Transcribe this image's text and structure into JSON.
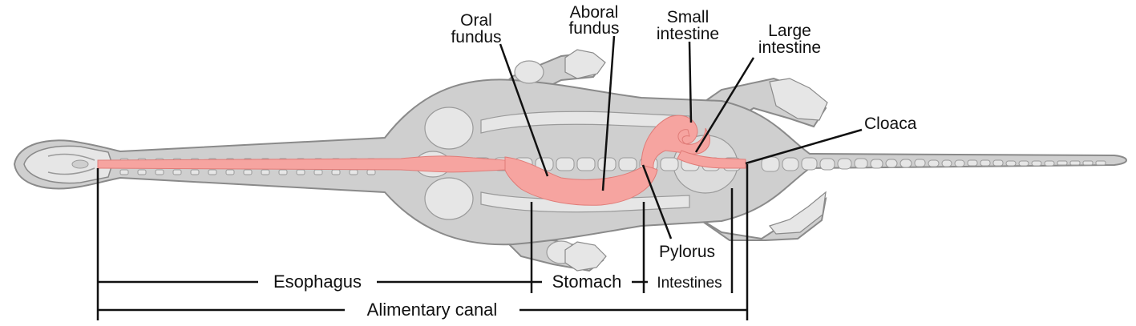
{
  "colors": {
    "body_fill": "#cfcfcf",
    "body_outline": "#8a8a8a",
    "bone_fill": "#e6e6e6",
    "bone_outline": "#9a9a9a",
    "gut_fill": "#f6a4a0",
    "line": "#111111",
    "background": "#ffffff"
  },
  "labels": {
    "oral_fundus": [
      "Oral",
      "fundus"
    ],
    "aboral_fundus": [
      "Aboral",
      "fundus"
    ],
    "small_intestine": [
      "Small",
      "intestine"
    ],
    "large_intestine": [
      "Large",
      "intestine"
    ],
    "cloaca": "Cloaca",
    "pylorus": "Pylorus"
  },
  "brackets": {
    "esophagus": "Esophagus",
    "stomach": "Stomach",
    "intestines": "Intestines",
    "alimentary_canal": "Alimentary canal"
  }
}
